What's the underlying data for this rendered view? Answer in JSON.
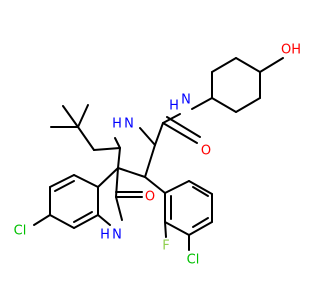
{
  "colors": {
    "background": "#ffffff",
    "bond": "#000000",
    "carbon": "#000000",
    "nitrogen": "#0000ff",
    "oxygen": "#ff0000",
    "chlorine": "#00c000",
    "fluorine": "#90d050"
  },
  "atom_labels": {
    "hydroxyl_oh": "OH",
    "amide_nh": "N\nH",
    "amide_o": "O",
    "pyrrolidine_nh": "N\nH",
    "indolinone_o": "O",
    "indolinone_nh": "N\nH",
    "chloro_indole": "Cl",
    "chloro_aryl": "Cl",
    "fluoro_aryl": "F"
  }
}
